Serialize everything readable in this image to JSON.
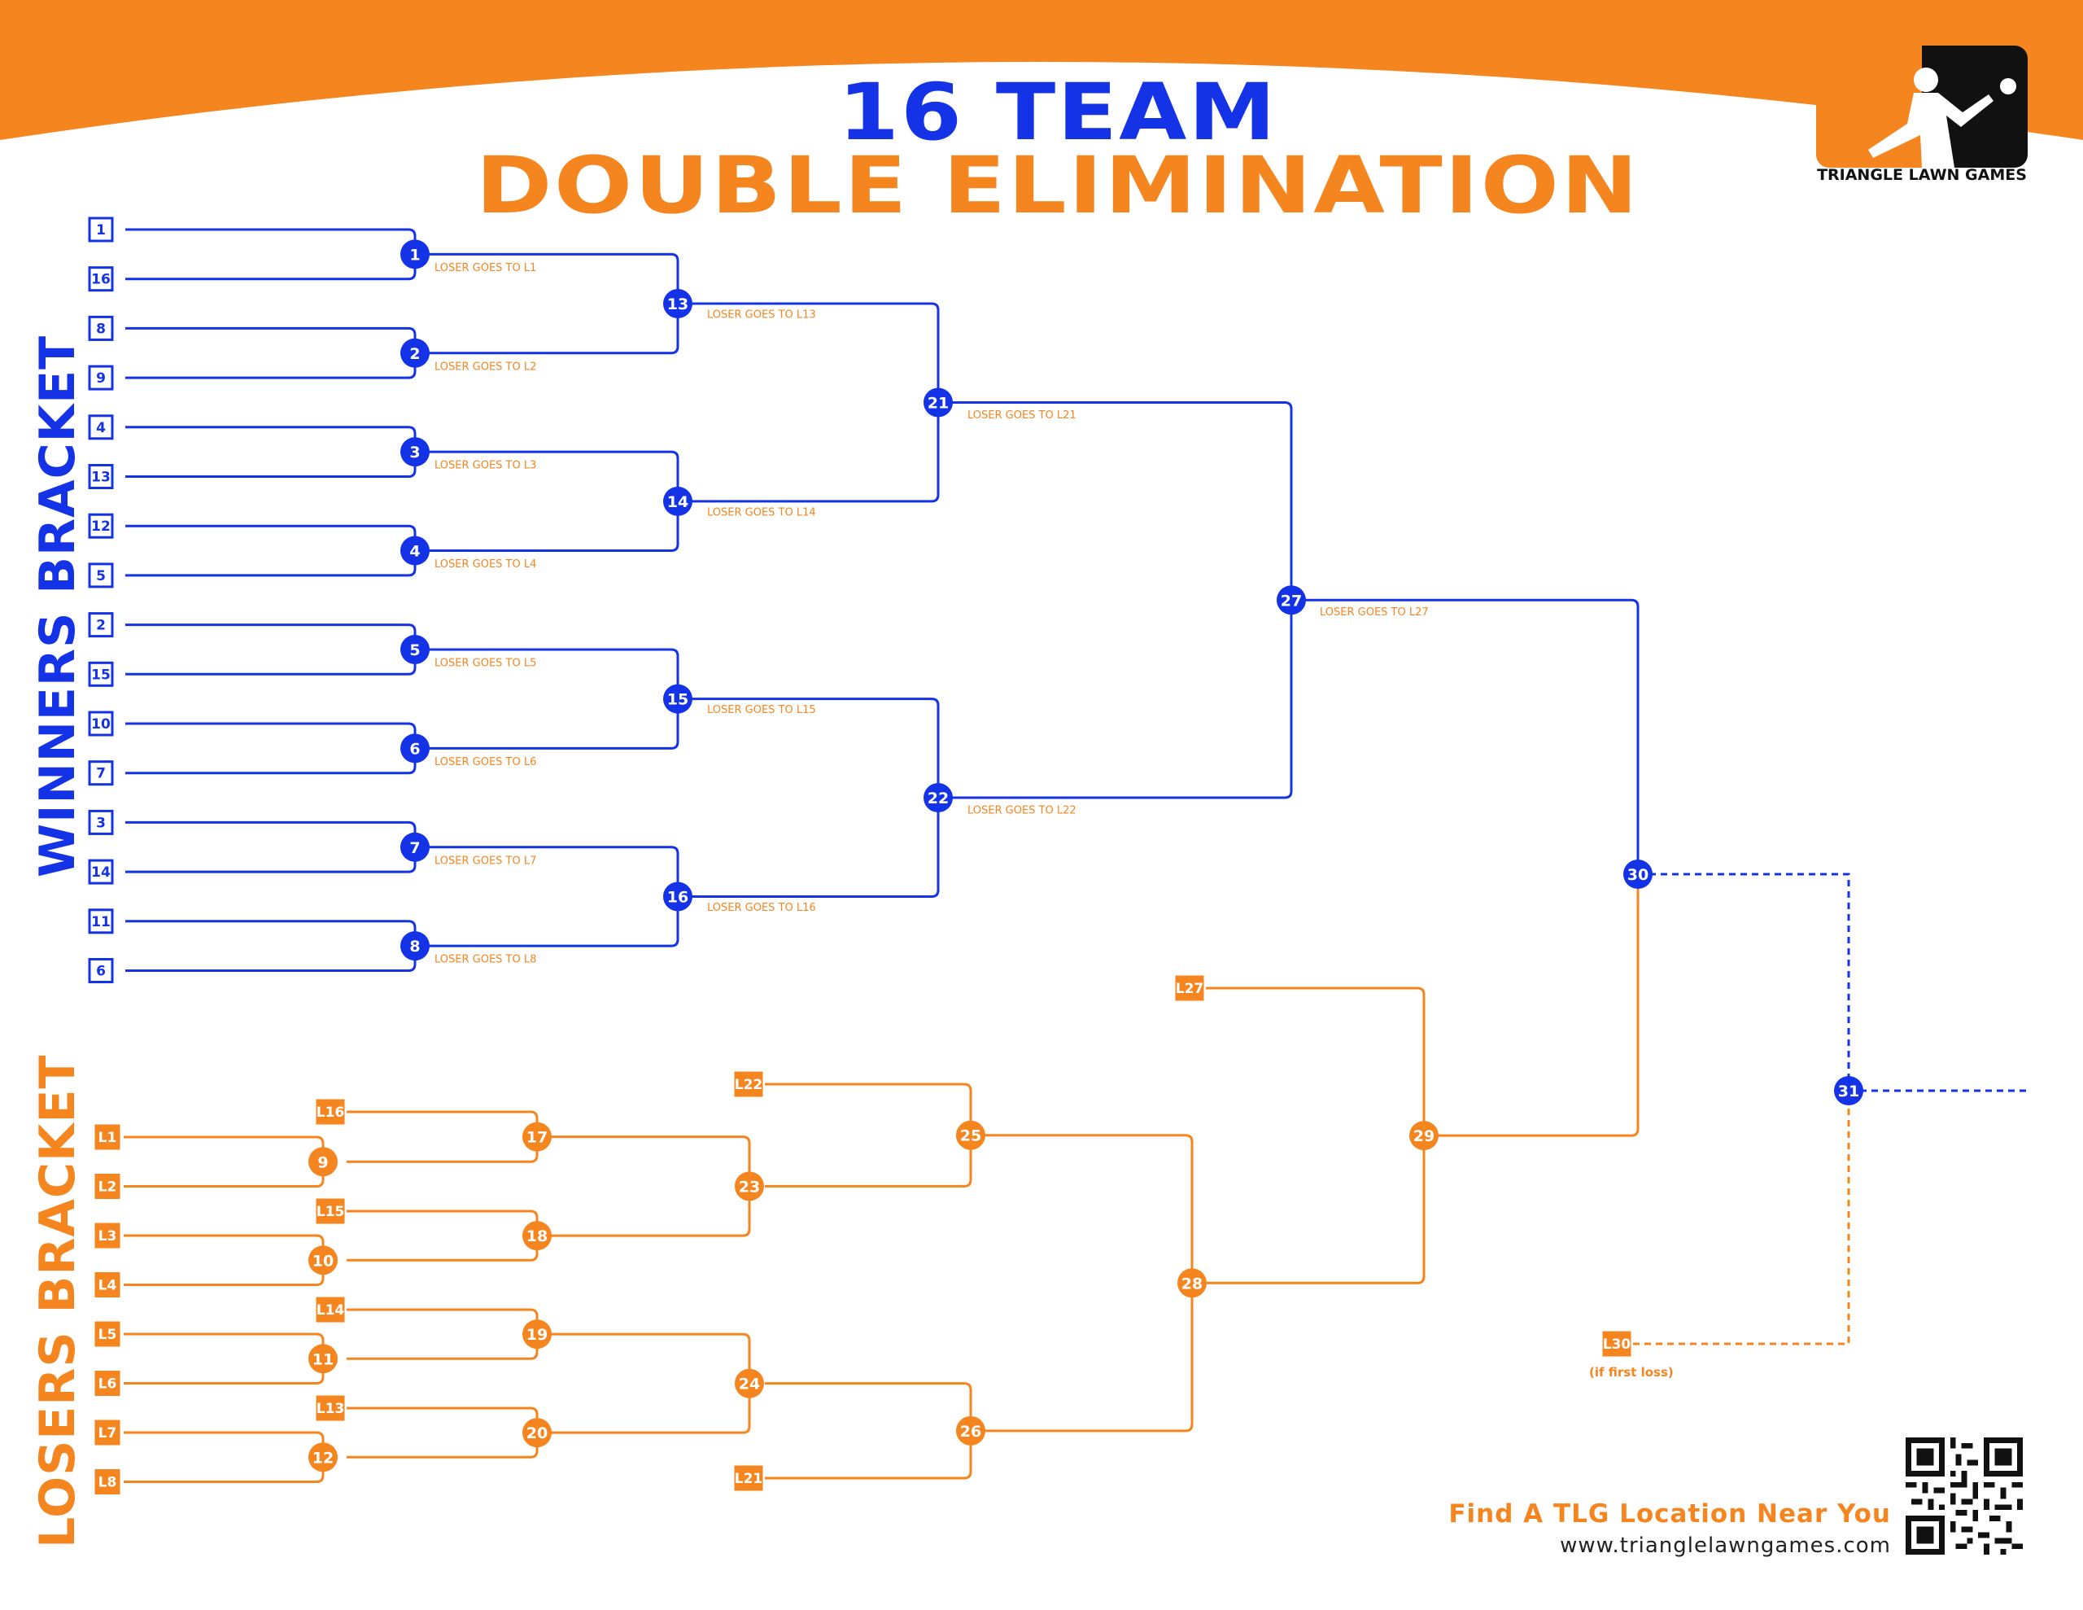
{
  "title": {
    "line1": "16 TEAM",
    "line2": "DOUBLE ELIMINATION"
  },
  "side_labels": {
    "winners": "WINNERS BRACKET",
    "losers": "LOSERS BRACKET"
  },
  "brand": {
    "name": "TRIANGLE LAWN GAMES",
    "cta": "Find A TLG Location Near You",
    "url": "www.trianglelawngames.com"
  },
  "colors": {
    "blue": "#1433e6",
    "orange": "#f5851f",
    "dark": "#111111"
  },
  "seeds": [
    "1",
    "16",
    "8",
    "9",
    "4",
    "13",
    "12",
    "5",
    "2",
    "15",
    "10",
    "7",
    "3",
    "14",
    "11",
    "6"
  ],
  "winners_games": [
    {
      "game": "1",
      "loser_note": "LOSER GOES TO L1"
    },
    {
      "game": "2",
      "loser_note": "LOSER GOES TO L2"
    },
    {
      "game": "3",
      "loser_note": "LOSER GOES TO L3"
    },
    {
      "game": "4",
      "loser_note": "LOSER GOES TO L4"
    },
    {
      "game": "5",
      "loser_note": "LOSER GOES TO L5"
    },
    {
      "game": "6",
      "loser_note": "LOSER GOES TO L6"
    },
    {
      "game": "7",
      "loser_note": "LOSER GOES TO L7"
    },
    {
      "game": "8",
      "loser_note": "LOSER GOES TO L8"
    },
    {
      "game": "13",
      "loser_note": "LOSER GOES TO L13"
    },
    {
      "game": "14",
      "loser_note": "LOSER GOES TO L14"
    },
    {
      "game": "15",
      "loser_note": "LOSER GOES TO L15"
    },
    {
      "game": "16",
      "loser_note": "LOSER GOES TO L16"
    },
    {
      "game": "21",
      "loser_note": "LOSER GOES TO L21"
    },
    {
      "game": "22",
      "loser_note": "LOSER GOES TO L22"
    },
    {
      "game": "27",
      "loser_note": "LOSER GOES TO L27"
    },
    {
      "game": "30",
      "loser_note": ""
    },
    {
      "game": "31",
      "loser_note": ""
    }
  ],
  "losers_entries": [
    "L1",
    "L2",
    "L3",
    "L4",
    "L5",
    "L6",
    "L7",
    "L8"
  ],
  "losers_games": [
    "9",
    "10",
    "11",
    "12",
    "17",
    "18",
    "19",
    "20",
    "23",
    "24",
    "25",
    "26",
    "28",
    "29"
  ],
  "losers_feeds": [
    "L16",
    "L15",
    "L14",
    "L13",
    "L22",
    "L21",
    "L27",
    "L30"
  ],
  "if_first_loss": "(if first loss)"
}
